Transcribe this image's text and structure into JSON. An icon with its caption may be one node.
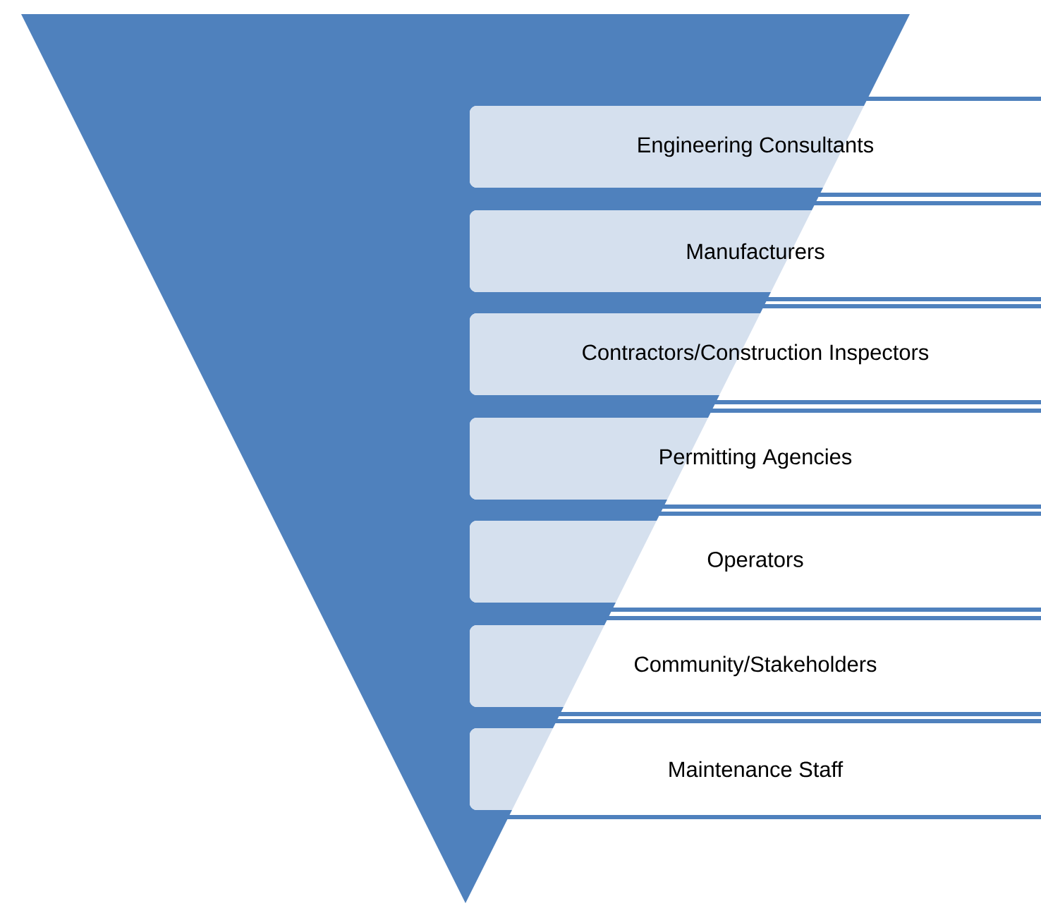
{
  "diagram": {
    "nodes": [
      {
        "text": [],
        "shape": "triangle"
      },
      {
        "text": [
          "Engineering Consultants"
        ]
      },
      {
        "text": [
          "Manufacturers"
        ]
      },
      {
        "text": [
          "Contractors/Construction Inspectors"
        ]
      },
      {
        "text": [
          "Permitting Agencies"
        ]
      },
      {
        "text": [
          "Operators"
        ]
      },
      {
        "text": [
          "Community/Stakeholders"
        ]
      },
      {
        "text": [
          "Maintenance Staff"
        ]
      }
    ]
  }
}
